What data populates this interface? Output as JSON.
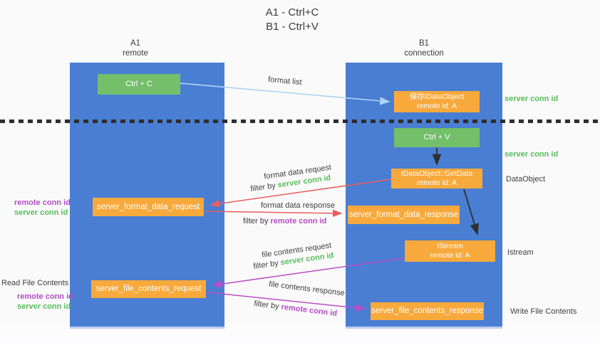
{
  "title": {
    "line1": "A1 - Ctrl+C",
    "line2": "B1 - Ctrl+V"
  },
  "columns": {
    "a": {
      "id": "A1",
      "label": "remote"
    },
    "b": {
      "id": "B1",
      "label": "connection"
    }
  },
  "nodes": {
    "ctrl_c": {
      "label": "Ctrl + C"
    },
    "save_dataobject": {
      "line1": "保存IDataObject",
      "line2": "remote id: A"
    },
    "ctrl_v": {
      "label": "Ctrl + V"
    },
    "getdata": {
      "line1": "IDataObject::GetData",
      "line2": "remote id: A"
    },
    "format_request": {
      "label": "server_format_data_request"
    },
    "format_response": {
      "label": "server_format_data_response"
    },
    "istream": {
      "line1": "IStream",
      "line2": "remote id: A"
    },
    "file_request": {
      "label": "server_file_contents_request"
    },
    "file_response": {
      "label": "server_file_contents_response"
    }
  },
  "flow_labels": {
    "format_list": "format list",
    "format_data_request": "format data request",
    "format_data_request_filter": "filter by ",
    "format_data_request_filter_id": "server conn id",
    "format_data_response": "format data response",
    "format_data_response_filter": "filter by ",
    "format_data_response_filter_id": "remote conn id",
    "file_contents_request": "file contents request",
    "file_contents_request_filter": "filter by ",
    "file_contents_request_filter_id": "server conn id",
    "file_contents_response": "file contents response",
    "file_contents_response_filter": "filter by ",
    "file_contents_response_filter_id": "remote conn id"
  },
  "right_annotations": {
    "server_conn_id_1": "server conn id",
    "server_conn_id_2": "server conn id",
    "dataobject": "DataObject",
    "istream": "Istream",
    "write_file_contents": "Write File Contents"
  },
  "left_annotations": {
    "remote_conn_id_1": "remote conn id",
    "server_conn_id_1": "server conn id",
    "read_file_contents": "Read File Contents",
    "remote_conn_id_2": "remote conn id",
    "server_conn_id_2": "server conn id"
  },
  "colors": {
    "column_blue": "#4a7ed3",
    "action_green": "#73bf6a",
    "node_orange": "#f7a93c",
    "request_red": "#ea5e5e",
    "response_magenta": "#bb4ec6",
    "format_list_blue": "#aed4f2",
    "server_conn_green": "#57bd5b",
    "remote_conn_purple": "#b44cc4",
    "arrow_black": "#2f2f2f"
  }
}
